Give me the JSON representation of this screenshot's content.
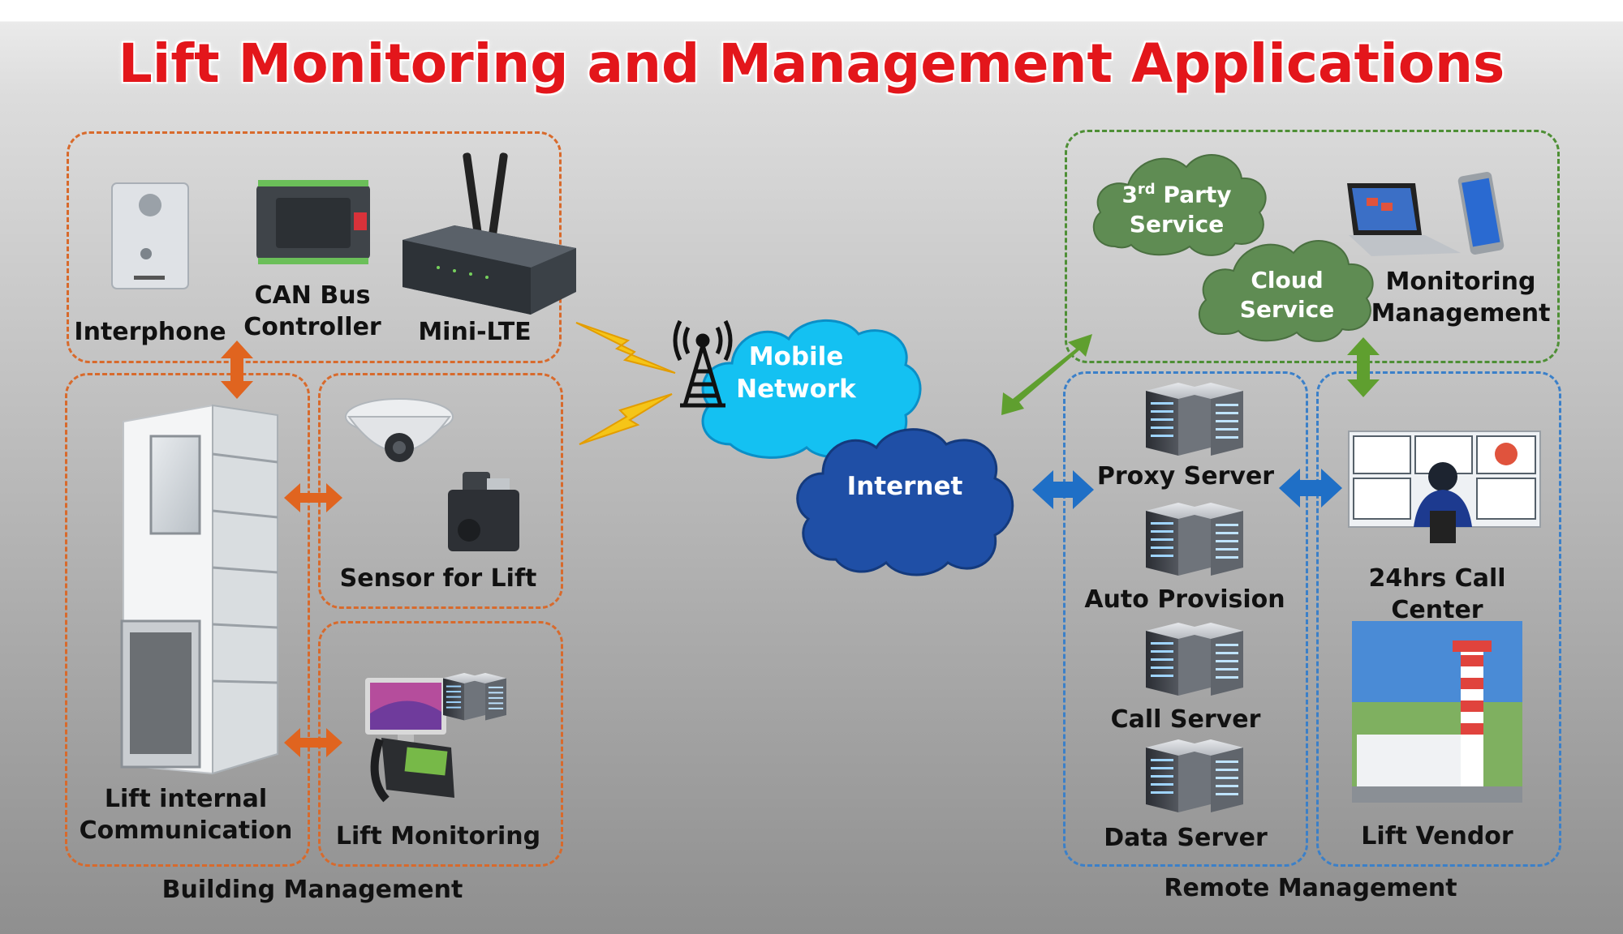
{
  "title": "Lift Monitoring and Management Applications",
  "building": {
    "caption": "Building Management",
    "interphone": "Interphone",
    "can_line1": "CAN Bus",
    "can_line2": "Controller",
    "mini_lte": "Mini-LTE",
    "sensor": "Sensor for Lift",
    "lift_comm_line1": "Lift internal",
    "lift_comm_line2": "Communication",
    "lift_monitoring": "Lift Monitoring"
  },
  "network": {
    "mobile_line1": "Mobile",
    "mobile_line2": "Network",
    "internet": "Internet"
  },
  "remote": {
    "caption": "Remote Management",
    "third_party_base": "3",
    "third_party_sup": "rd",
    "third_party_rest": " Party",
    "third_party_line2": "Service",
    "cloud_line1": "Cloud",
    "cloud_line2": "Service",
    "monitoring_line1": "Monitoring",
    "monitoring_line2": "Management",
    "servers": [
      "Proxy Server",
      "Auto Provision",
      "Call Server",
      "Data Server"
    ],
    "call_center": "24hrs Call Center",
    "lift_vendor": "Lift Vendor"
  },
  "colors": {
    "title": "#e3161b",
    "building_border": "#d86a2c",
    "cloud_border": "#4e8f35",
    "remote_border": "#3b80c9",
    "mobile_cloud": "#14c1f2",
    "internet_cloud": "#1f4fa6",
    "service_cloud": "#5f8c53",
    "lightning": "#f5c518"
  }
}
